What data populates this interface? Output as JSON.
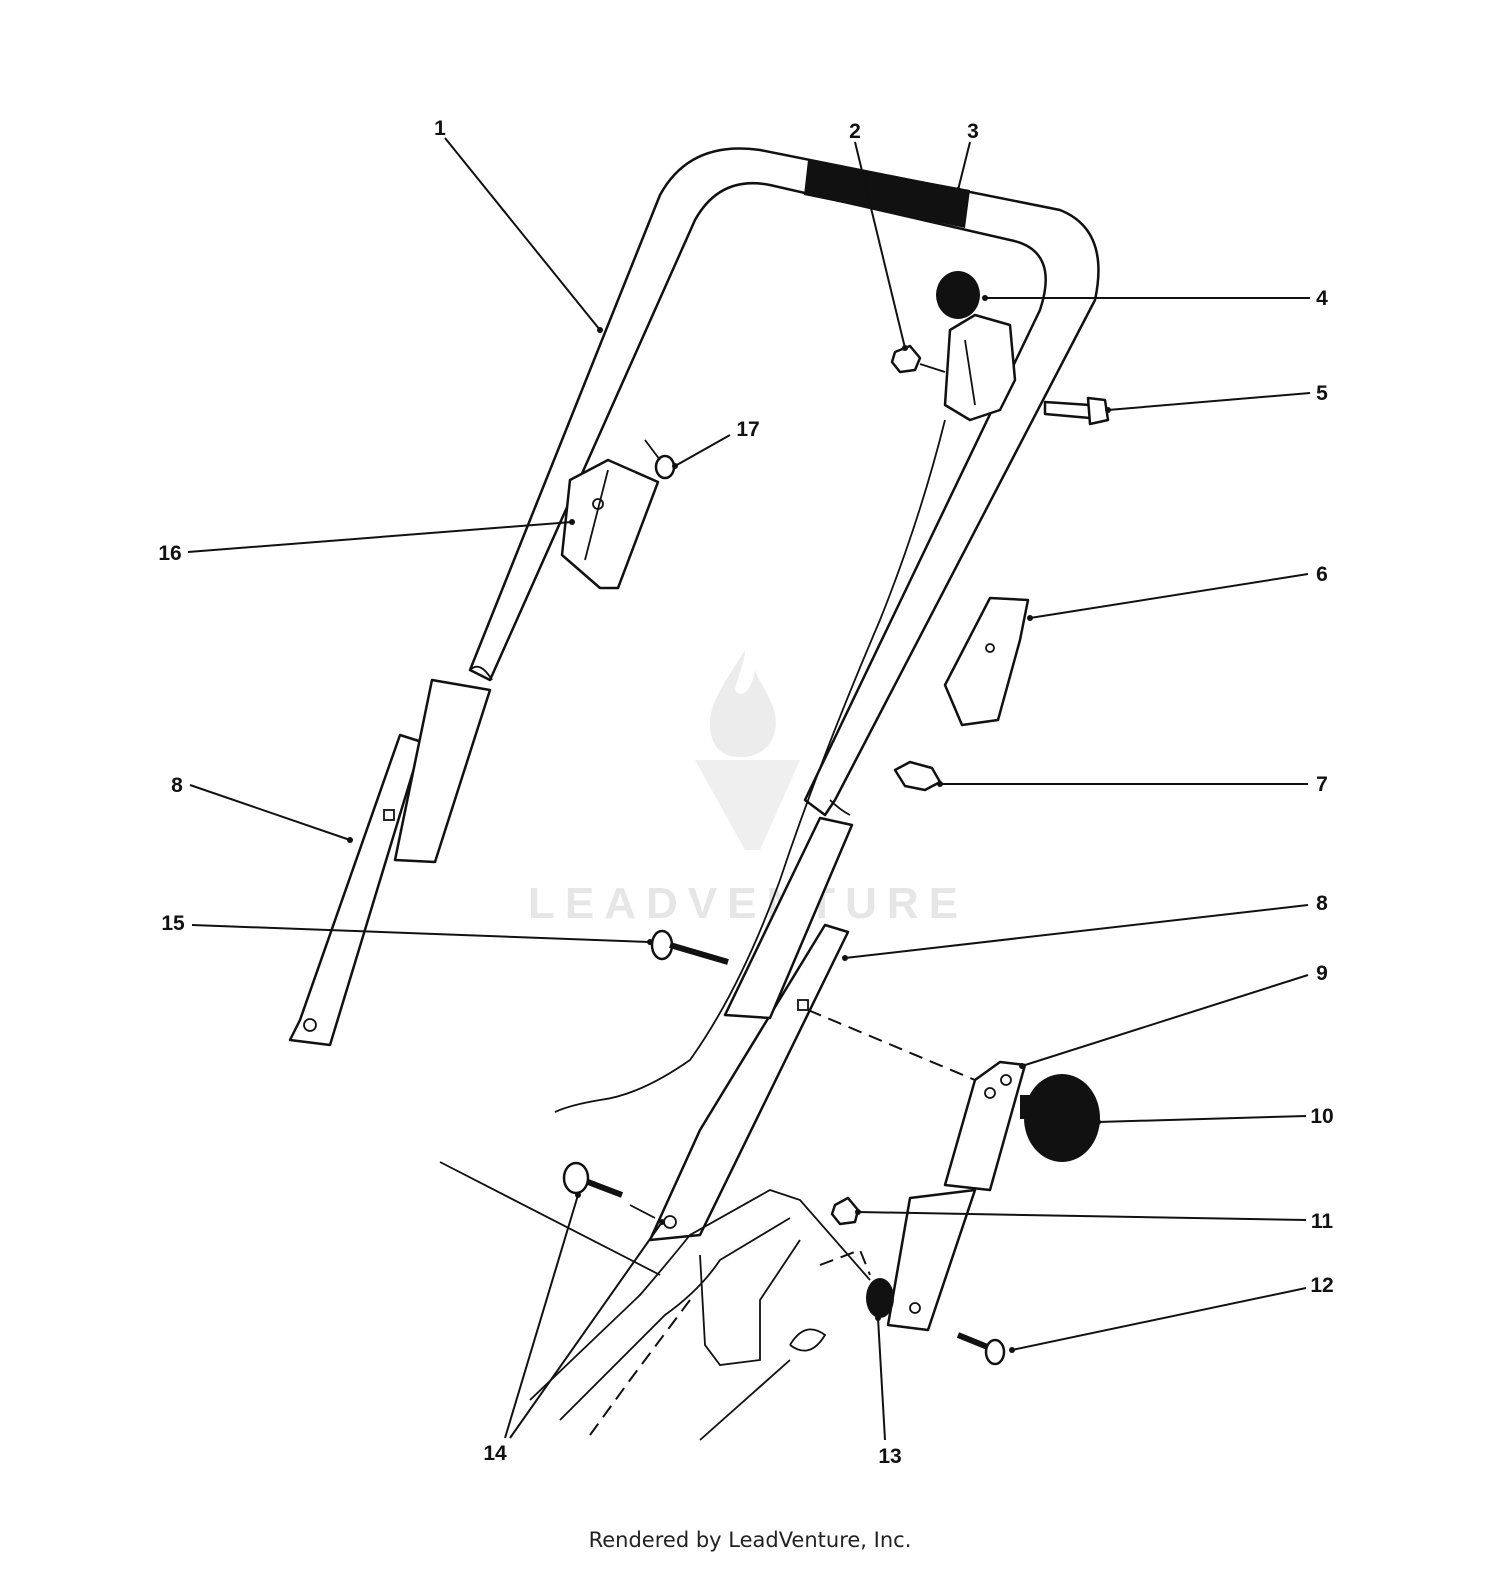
{
  "watermark": "LEADVENTURE",
  "footer": "Rendered by LeadVenture, Inc.",
  "callouts": [
    "1",
    "2",
    "3",
    "4",
    "5",
    "16",
    "17",
    "6",
    "7",
    "8",
    "8",
    "15",
    "9",
    "10",
    "11",
    "12",
    "14",
    "13"
  ]
}
